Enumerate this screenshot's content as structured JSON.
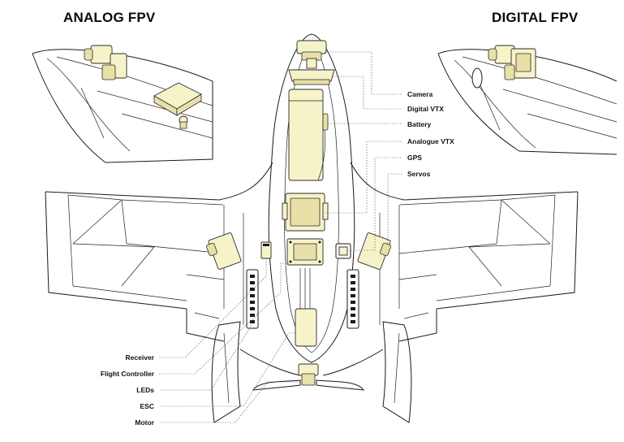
{
  "titles": {
    "analog": "ANALOG FPV",
    "digital": "DIGITAL FPV"
  },
  "labels_right": [
    "Camera",
    "Digital VTX",
    "Battery",
    "Analogue VTX",
    "GPS",
    "Servos"
  ],
  "labels_left": [
    "Receiver",
    "Flight Controller",
    "LEDs",
    "ESC",
    "Motor"
  ],
  "colors": {
    "component_fill": "#f7f3c9",
    "outline": "#1a1a1a"
  }
}
